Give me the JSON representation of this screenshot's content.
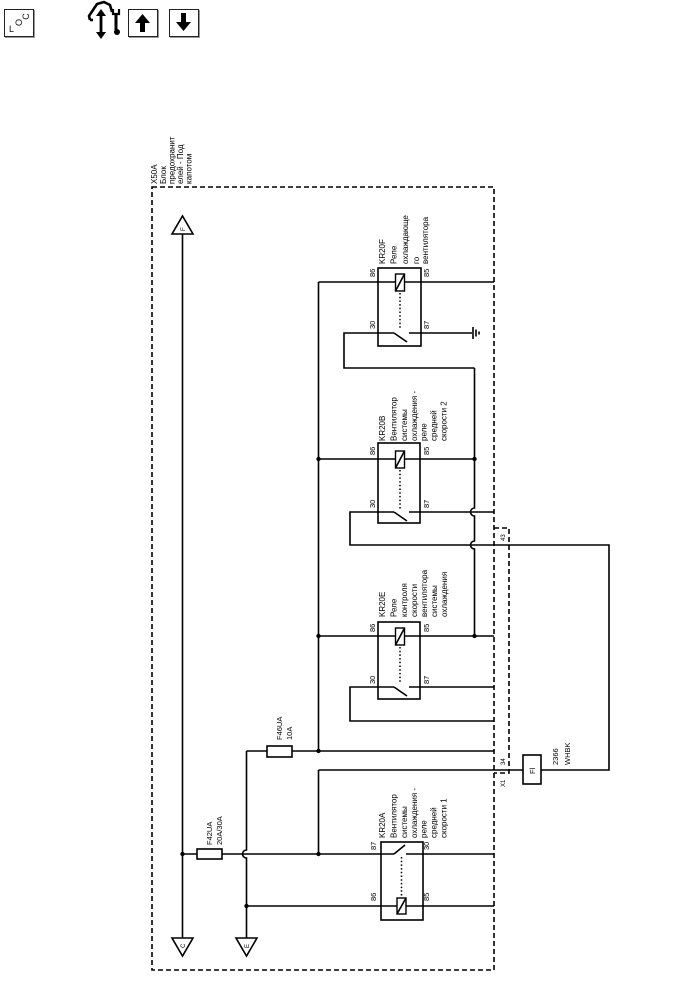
{
  "toolbar": {
    "loc_letters": [
      "L",
      "O",
      "C"
    ],
    "icons": {
      "loc": "location-icon",
      "service_nav": "service-navigation-icon",
      "up": "arrow-up-icon",
      "down": "arrow-down-icon"
    }
  },
  "diagram": {
    "colors": {
      "line": "#000000",
      "background": "#ffffff"
    },
    "enclosure": {
      "id": "X50A",
      "name_lines": [
        "Блок",
        "предохранит",
        "елей - Под",
        "капотом"
      ]
    },
    "terminals": {
      "top": "F",
      "bottom_left": "C",
      "bottom_right": "E"
    },
    "fuses": [
      {
        "id": "F42UA",
        "rating": "20A/30A"
      },
      {
        "id": "F46UA",
        "rating": "10A"
      }
    ],
    "relays": [
      {
        "id": "KR20F",
        "description": [
          "Реле",
          "охлаждающе",
          "го",
          "вентилятора"
        ],
        "pins": {
          "coil_in": "86",
          "coil_out": "85",
          "common": "30",
          "normally_open": "87"
        }
      },
      {
        "id": "KR20B",
        "description": [
          "Вентилятор",
          "системы",
          "охлаждения -",
          "реле",
          "средней",
          "скорости 2"
        ],
        "pins": {
          "coil_in": "86",
          "coil_out": "85",
          "common": "30",
          "normally_open": "87"
        }
      },
      {
        "id": "KR20E",
        "description": [
          "Реле",
          "контроля",
          "скорости",
          "вентилятора",
          "системы",
          "охлаждения"
        ],
        "pins": {
          "coil_in": "86",
          "coil_out": "85",
          "common": "30",
          "normally_open": "87"
        }
      },
      {
        "id": "KR20A",
        "description": [
          "Вентилятор",
          "системы",
          "охлаждения -",
          "реле",
          "средней",
          "скорости 1"
        ],
        "pins": {
          "coil_in": "86",
          "coil_out": "85",
          "common": "30",
          "normally_open": "87"
        }
      }
    ],
    "connector": {
      "id": "X1",
      "pins": [
        "43",
        "34"
      ]
    },
    "inline_component": {
      "label": "Fl"
    },
    "wire": {
      "circuit": "2366",
      "color_code": "WHBK"
    }
  }
}
